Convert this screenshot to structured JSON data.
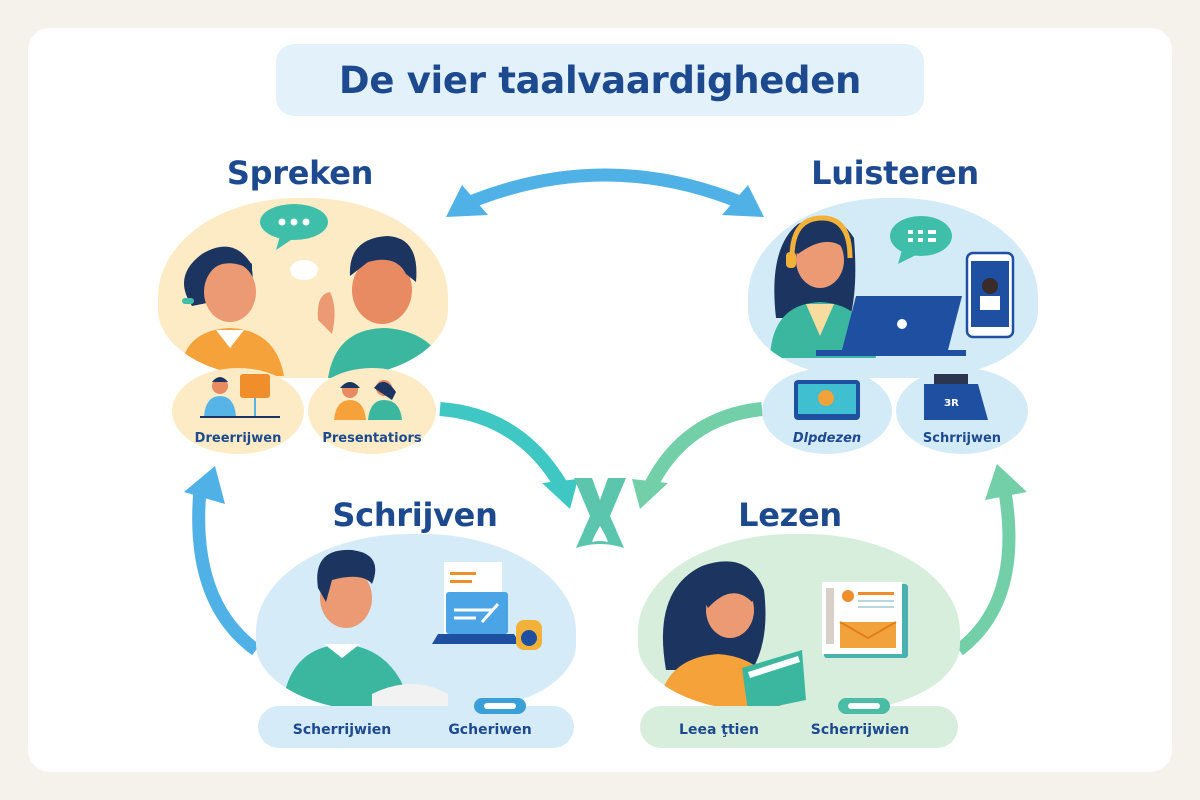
{
  "title": "De vier taalvaardigheden",
  "colors": {
    "page_bg": "#f5f2ec",
    "card_bg": "#ffffff",
    "title_bg": "#e3f1fa",
    "heading": "#1d4a8f",
    "arrow_blue": "#4fb1e6",
    "arrow_teal": "#3fc7c4",
    "arrow_green": "#72cfa8",
    "spreken_bg": "#fcebc5",
    "luisteren_bg": "#d3eaf7",
    "schrijven_bg": "#d5ebf8",
    "lezen_bg": "#d7eedd"
  },
  "skills": {
    "spreken": {
      "heading": "Spreken",
      "illustration": "two-people-conversation",
      "sub_items": [
        {
          "label": "Dreerrijwen",
          "icon": "person-with-sign"
        },
        {
          "label": "Presentatiors",
          "icon": "two-people-presenting"
        }
      ]
    },
    "luisteren": {
      "heading": "Luisteren",
      "illustration": "woman-with-headset-laptop-phone",
      "sub_items": [
        {
          "label": "Dlpdezen",
          "icon": "tablet-screen"
        },
        {
          "label": "Schrrijwen",
          "icon": "blue-folder"
        }
      ]
    },
    "schrijven": {
      "heading": "Schrijven",
      "illustration": "man-writing-with-laptop",
      "sub_items": [
        {
          "label": "Scherrijwien"
        },
        {
          "label": "Gcheriwen"
        }
      ]
    },
    "lezen": {
      "heading": "Lezen",
      "illustration": "woman-reading-book",
      "sub_items": [
        {
          "label": "Leea ţtien"
        },
        {
          "label": "Scherrijwien"
        }
      ]
    }
  },
  "center_symbol": "X"
}
